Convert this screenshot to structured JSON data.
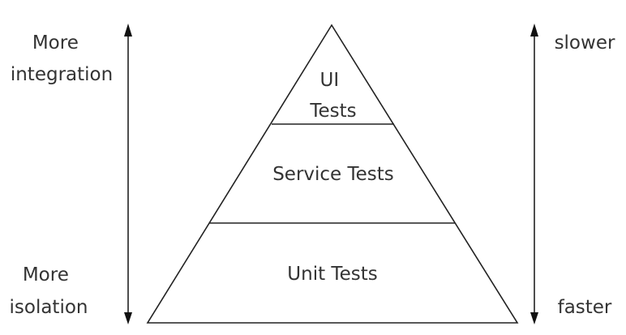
{
  "left_axis": {
    "top_label_lines": [
      "More",
      "integration"
    ],
    "bottom_label_lines": [
      "More",
      "isolation"
    ]
  },
  "right_axis": {
    "top_label": "slower",
    "bottom_label": "faster"
  },
  "pyramid": {
    "top_tier_lines": [
      "UI",
      "Tests"
    ],
    "middle_tier": "Service Tests",
    "bottom_tier": "Unit Tests"
  }
}
